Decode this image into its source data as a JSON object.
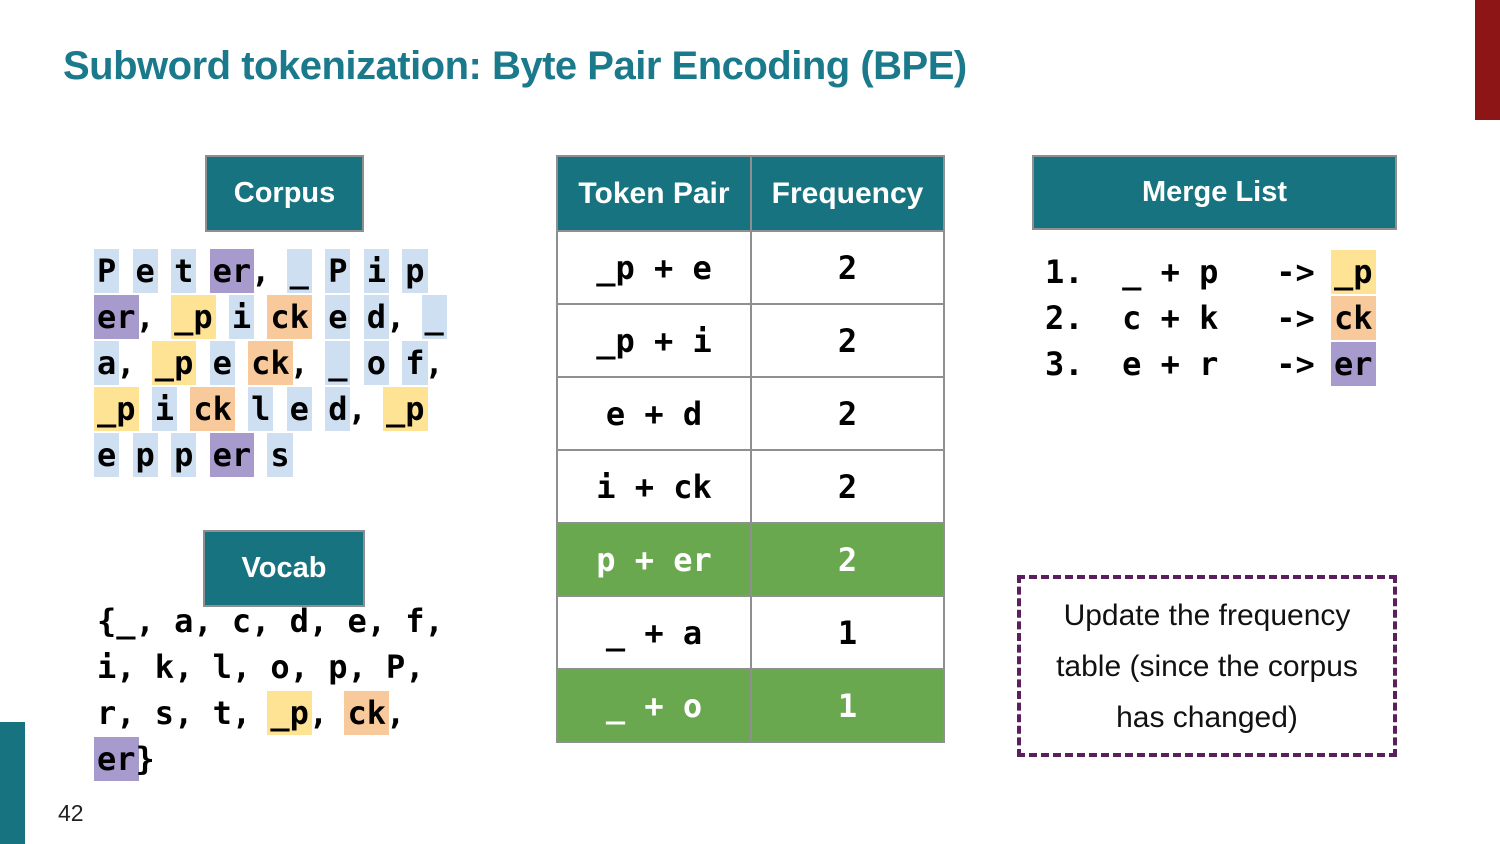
{
  "title": "Subword tokenization: Byte Pair Encoding (BPE)",
  "page_number": "42",
  "colors": {
    "teal": "#16737f",
    "title_teal": "#1a7a8c",
    "green": "#6aa84f",
    "hl_blue": "#cddff0",
    "hl_yellow": "#ffe394",
    "hl_orange": "#f8c99b",
    "hl_purple": "#a79bce",
    "dark_red": "#8e1515",
    "dashed_purple": "#5b1f5d"
  },
  "corpus": {
    "header": "Corpus",
    "lines": [
      [
        [
          "P",
          "blue"
        ],
        [
          " ",
          ""
        ],
        [
          "e",
          "blue"
        ],
        [
          " ",
          ""
        ],
        [
          "t",
          "blue"
        ],
        [
          " ",
          ""
        ],
        [
          "er",
          "purple"
        ],
        [
          ", ",
          ""
        ],
        [
          "_",
          "blue"
        ],
        [
          " ",
          ""
        ],
        [
          "P",
          "blue"
        ],
        [
          " ",
          ""
        ],
        [
          "i",
          "blue"
        ],
        [
          " ",
          ""
        ],
        [
          "p",
          "blue"
        ]
      ],
      [
        [
          "er",
          "purple"
        ],
        [
          ", ",
          ""
        ],
        [
          "_p",
          "yellow"
        ],
        [
          " ",
          ""
        ],
        [
          "i",
          "blue"
        ],
        [
          " ",
          ""
        ],
        [
          "ck",
          "orange"
        ],
        [
          " ",
          ""
        ],
        [
          "e",
          "blue"
        ],
        [
          " ",
          ""
        ],
        [
          "d",
          "blue"
        ],
        [
          ", ",
          ""
        ],
        [
          "_",
          "blue"
        ]
      ],
      [
        [
          "a",
          "blue"
        ],
        [
          ", ",
          ""
        ],
        [
          "_p",
          "yellow"
        ],
        [
          " ",
          ""
        ],
        [
          "e",
          "blue"
        ],
        [
          " ",
          ""
        ],
        [
          "ck",
          "orange"
        ],
        [
          ", ",
          ""
        ],
        [
          "_",
          "blue"
        ],
        [
          " ",
          ""
        ],
        [
          "o",
          "blue"
        ],
        [
          " ",
          ""
        ],
        [
          "f",
          "blue"
        ],
        [
          ",",
          ""
        ]
      ],
      [
        [
          "_p",
          "yellow"
        ],
        [
          " ",
          ""
        ],
        [
          "i",
          "blue"
        ],
        [
          " ",
          ""
        ],
        [
          "ck",
          "orange"
        ],
        [
          " ",
          ""
        ],
        [
          "l",
          "blue"
        ],
        [
          " ",
          ""
        ],
        [
          "e",
          "blue"
        ],
        [
          " ",
          ""
        ],
        [
          "d",
          "blue"
        ],
        [
          ", ",
          ""
        ],
        [
          "_p",
          "yellow"
        ]
      ],
      [
        [
          "e",
          "blue"
        ],
        [
          " ",
          ""
        ],
        [
          "p",
          "blue"
        ],
        [
          " ",
          ""
        ],
        [
          "p",
          "blue"
        ],
        [
          " ",
          ""
        ],
        [
          "er",
          "purple"
        ],
        [
          " ",
          ""
        ],
        [
          "s",
          "blue"
        ]
      ]
    ]
  },
  "freq_table": {
    "headers": [
      "Token Pair",
      "Frequency"
    ],
    "rows": [
      {
        "pair": "_p + e",
        "freq": "2",
        "green": false
      },
      {
        "pair": "_p + i",
        "freq": "2",
        "green": false
      },
      {
        "pair": "e + d",
        "freq": "2",
        "green": false
      },
      {
        "pair": "i + ck",
        "freq": "2",
        "green": false
      },
      {
        "pair": "p + er",
        "freq": "2",
        "green": true
      },
      {
        "pair": "_ + a",
        "freq": "1",
        "green": false
      },
      {
        "pair": "_ + o",
        "freq": "1",
        "green": true
      }
    ]
  },
  "merge_list": {
    "header": "Merge List",
    "lines": [
      [
        [
          "1.  _ + p   -> ",
          ""
        ],
        [
          "_p",
          "yellow"
        ]
      ],
      [
        [
          "2.  c + k   -> ",
          ""
        ],
        [
          "ck",
          "orange"
        ]
      ],
      [
        [
          "3.  e + r   -> ",
          ""
        ],
        [
          "er",
          "purple"
        ]
      ]
    ]
  },
  "vocab": {
    "header": "Vocab",
    "lines": [
      [
        [
          "{_, a, c, d, e, f,",
          ""
        ]
      ],
      [
        [
          "i, k, l, o, p, P,",
          ""
        ]
      ],
      [
        [
          "r, s, t, ",
          ""
        ],
        [
          "_p",
          "yellow"
        ],
        [
          ", ",
          ""
        ],
        [
          "ck",
          "orange"
        ],
        [
          ",",
          ""
        ]
      ],
      [
        [
          "er",
          "purple"
        ],
        [
          "}",
          ""
        ]
      ]
    ]
  },
  "note": {
    "lines": [
      "Update the frequency",
      "table (since the corpus",
      "has changed)"
    ]
  }
}
